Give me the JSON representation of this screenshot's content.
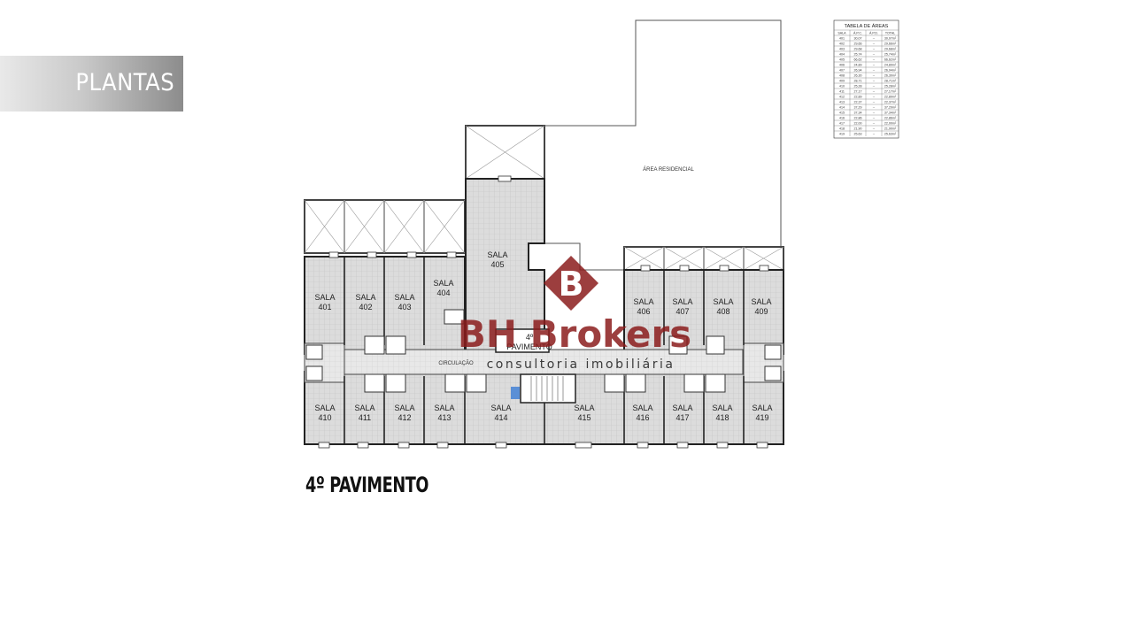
{
  "banner": {
    "title": "PLANTAS"
  },
  "floor": {
    "title": "4º PAVIMENTO"
  },
  "plan": {
    "residential_label": "ÁREA RESIDENCIAL",
    "circulation_label": "CIRCULAÇÃO",
    "stair_label_top": "4º",
    "stair_label_bottom": "PAVIMENTO",
    "room_word": "SALA",
    "rooms_top_left": [
      "401",
      "402",
      "403",
      "404"
    ],
    "room_405": "405",
    "rooms_top_right": [
      "406",
      "407",
      "408",
      "409"
    ],
    "rooms_bottom": [
      "410",
      "411",
      "412",
      "413",
      "414",
      "415",
      "416",
      "417",
      "418",
      "419"
    ]
  },
  "watermark": {
    "brand": "BH Brokers",
    "tagline": "consultoria imobiliária"
  },
  "area_table": {
    "title": "TABELA DE ÁREAS",
    "headers": [
      "SALA",
      "Á.P.C.",
      "Á.P.D.",
      "TOTAL"
    ],
    "rows": [
      [
        "401",
        "30,07",
        "--",
        "30,07m²"
      ],
      [
        "402",
        "29,66",
        "--",
        "29,66m²"
      ],
      [
        "403",
        "29,68",
        "--",
        "29,68m²"
      ],
      [
        "404",
        "25,74",
        "--",
        "25,74m²"
      ],
      [
        "405",
        "66,62",
        "--",
        "66,62m²"
      ],
      [
        "406",
        "24,89",
        "--",
        "24,89m²"
      ],
      [
        "407",
        "26,94",
        "--",
        "26,94m²"
      ],
      [
        "408",
        "26,30",
        "--",
        "26,30m²"
      ],
      [
        "409",
        "28,71",
        "--",
        "28,71m²"
      ],
      [
        "410",
        "25,28",
        "--",
        "25,28m²"
      ],
      [
        "411",
        "27,17",
        "--",
        "27,17m²"
      ],
      [
        "412",
        "22,89",
        "--",
        "22,89m²"
      ],
      [
        "413",
        "22,37",
        "--",
        "22,37m²"
      ],
      [
        "414",
        "37,29",
        "--",
        "37,29m²"
      ],
      [
        "415",
        "37,34",
        "--",
        "37,34m²"
      ],
      [
        "416",
        "22,86",
        "--",
        "22,86m²"
      ],
      [
        "417",
        "22,00",
        "--",
        "22,00m²"
      ],
      [
        "418",
        "21,90",
        "--",
        "21,90m²"
      ],
      [
        "419",
        "25,63",
        "--",
        "25,63m²"
      ]
    ]
  }
}
